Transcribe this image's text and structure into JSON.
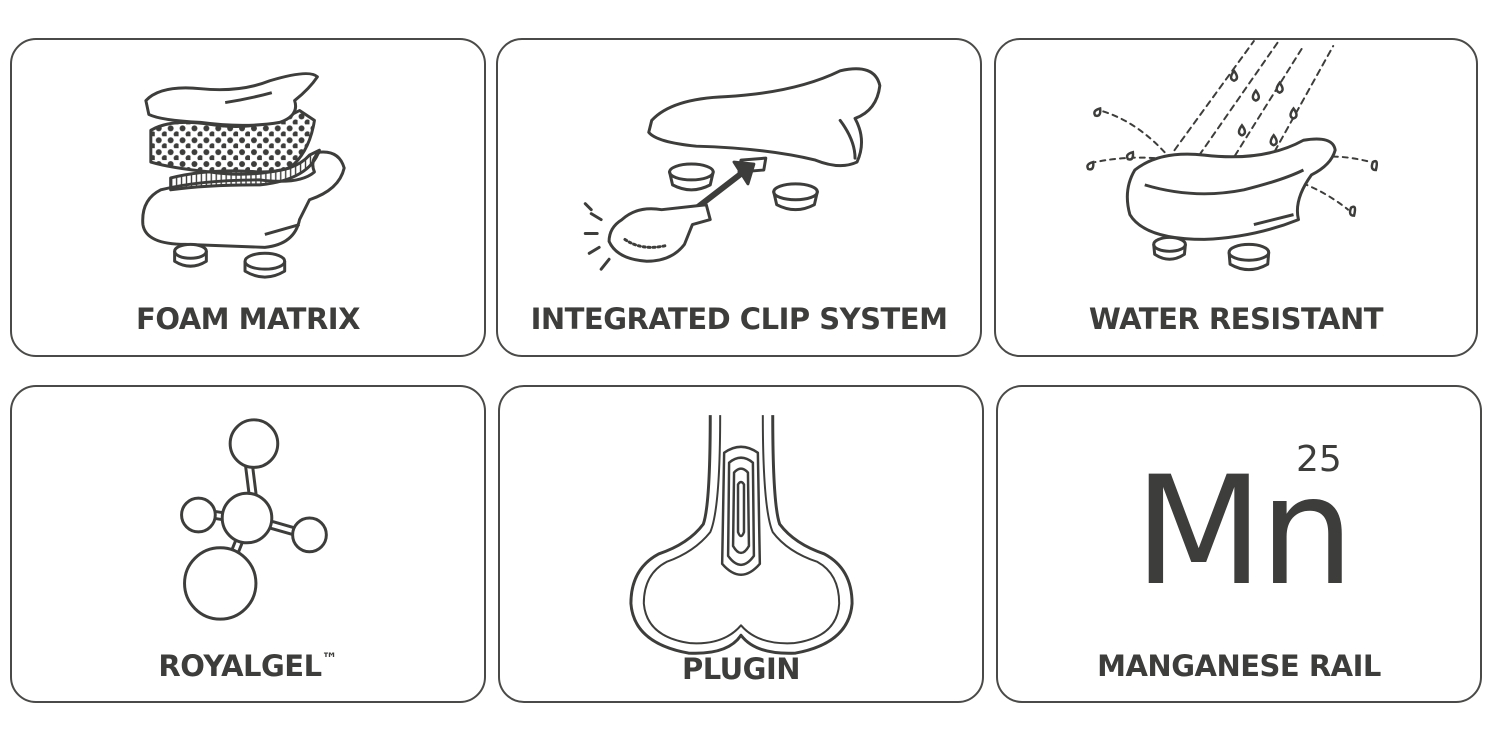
{
  "features": [
    {
      "label": "FOAM MATRIX"
    },
    {
      "label": "INTEGRATED CLIP SYSTEM"
    },
    {
      "label": "WATER RESISTANT"
    },
    {
      "label": "ROYALGEL",
      "label_mark": "™"
    },
    {
      "label": "PLUGIN"
    },
    {
      "label": "MANGANESE RAIL"
    }
  ],
  "element_badge": {
    "symbol": "Mn",
    "atomic_number": "25"
  },
  "colors": {
    "stroke": "#3d3d3b",
    "border": "#4a4a48",
    "background": "#ffffff"
  },
  "icons": [
    "foam-layers-icon",
    "clip-light-icon",
    "water-drops-icon",
    "molecule-icon",
    "saddle-top-icon",
    "manganese-symbol-icon"
  ]
}
